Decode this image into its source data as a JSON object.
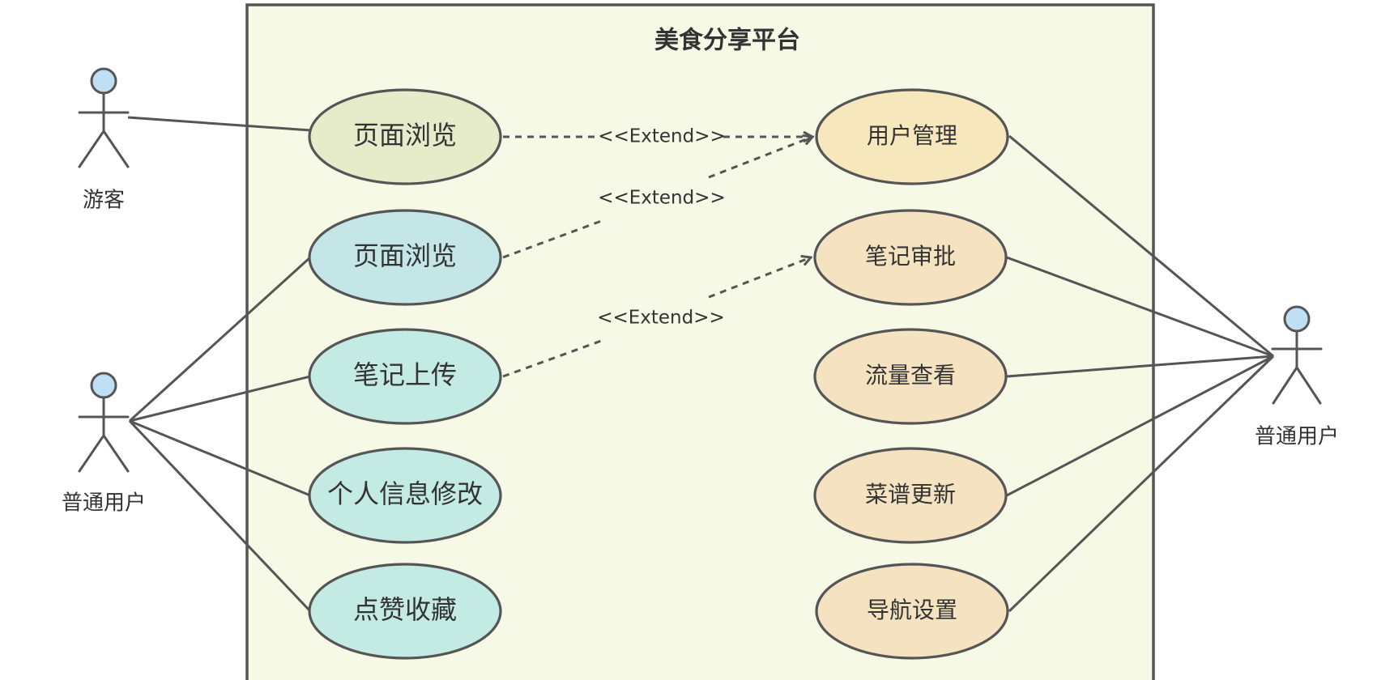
{
  "system": {
    "title": "美食分享平台"
  },
  "actors": {
    "visitor": "游客",
    "user_left": "普通用户",
    "user_right": "普通用户"
  },
  "use_cases": {
    "left": [
      {
        "label": "页面浏览",
        "fill": "#e6ecca"
      },
      {
        "label": "页面浏览",
        "fill": "#c4e6e7"
      },
      {
        "label": "笔记上传",
        "fill": "#c3eae3"
      },
      {
        "label": "个人信息修改",
        "fill": "#c3eae3"
      },
      {
        "label": "点赞收藏",
        "fill": "#c3eae3"
      }
    ],
    "right": [
      {
        "label": "用户管理",
        "fill": "#f7e7bd"
      },
      {
        "label": "笔记审批",
        "fill": "#f4e2c0"
      },
      {
        "label": "流量查看",
        "fill": "#f4e2c0"
      },
      {
        "label": "菜谱更新",
        "fill": "#f4e2c0"
      },
      {
        "label": "导航设置",
        "fill": "#f4e2c0"
      }
    ]
  },
  "relations": {
    "extend_1": "<<Extend>>",
    "extend_2": "<<Extend>>",
    "extend_3": "<<Extend>>"
  },
  "colors": {
    "system_fill": "#f6f9e6",
    "line": "#555555",
    "actor_head": "#bfe0f4"
  }
}
